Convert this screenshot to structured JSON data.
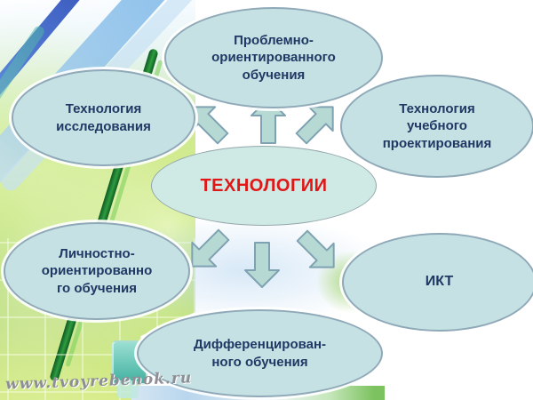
{
  "slide": {
    "center": {
      "label": "ТЕХНОЛОГИИ"
    },
    "nodes": [
      {
        "id": "problem-oriented-learning",
        "label": "Проблемно-\nориентированного\nобучения"
      },
      {
        "id": "research-technology",
        "label": "Технология\nисследования"
      },
      {
        "id": "project-design-technology",
        "label": "Технология\nучебного\nпроектирования"
      },
      {
        "id": "personality-oriented-learning",
        "label": "Личностно-\nориентированно\nго обучения"
      },
      {
        "id": "ict",
        "label": "ИКТ"
      },
      {
        "id": "differentiated-learning",
        "label": "Дифференцирован-\nного обучения"
      }
    ],
    "arrows": [
      {
        "icon": "arrow-up-icon"
      },
      {
        "icon": "arrow-up-left-icon"
      },
      {
        "icon": "arrow-up-right-icon"
      },
      {
        "icon": "arrow-down-icon"
      },
      {
        "icon": "arrow-down-left-icon"
      },
      {
        "icon": "arrow-down-right-icon"
      }
    ],
    "watermark": "www.tvoyrebenok.ru",
    "colors": {
      "node_fill": "#c6e1e3",
      "node_border": "#8fa9b8",
      "node_text": "#1f3864",
      "center_fill": "#cfe9e4",
      "center_text": "#e01717",
      "arrow_fill": "#b7d9d4",
      "accent_green": "#92ca34",
      "accent_blue": "#4a79d8",
      "accent_teal": "#41b0a0"
    }
  }
}
